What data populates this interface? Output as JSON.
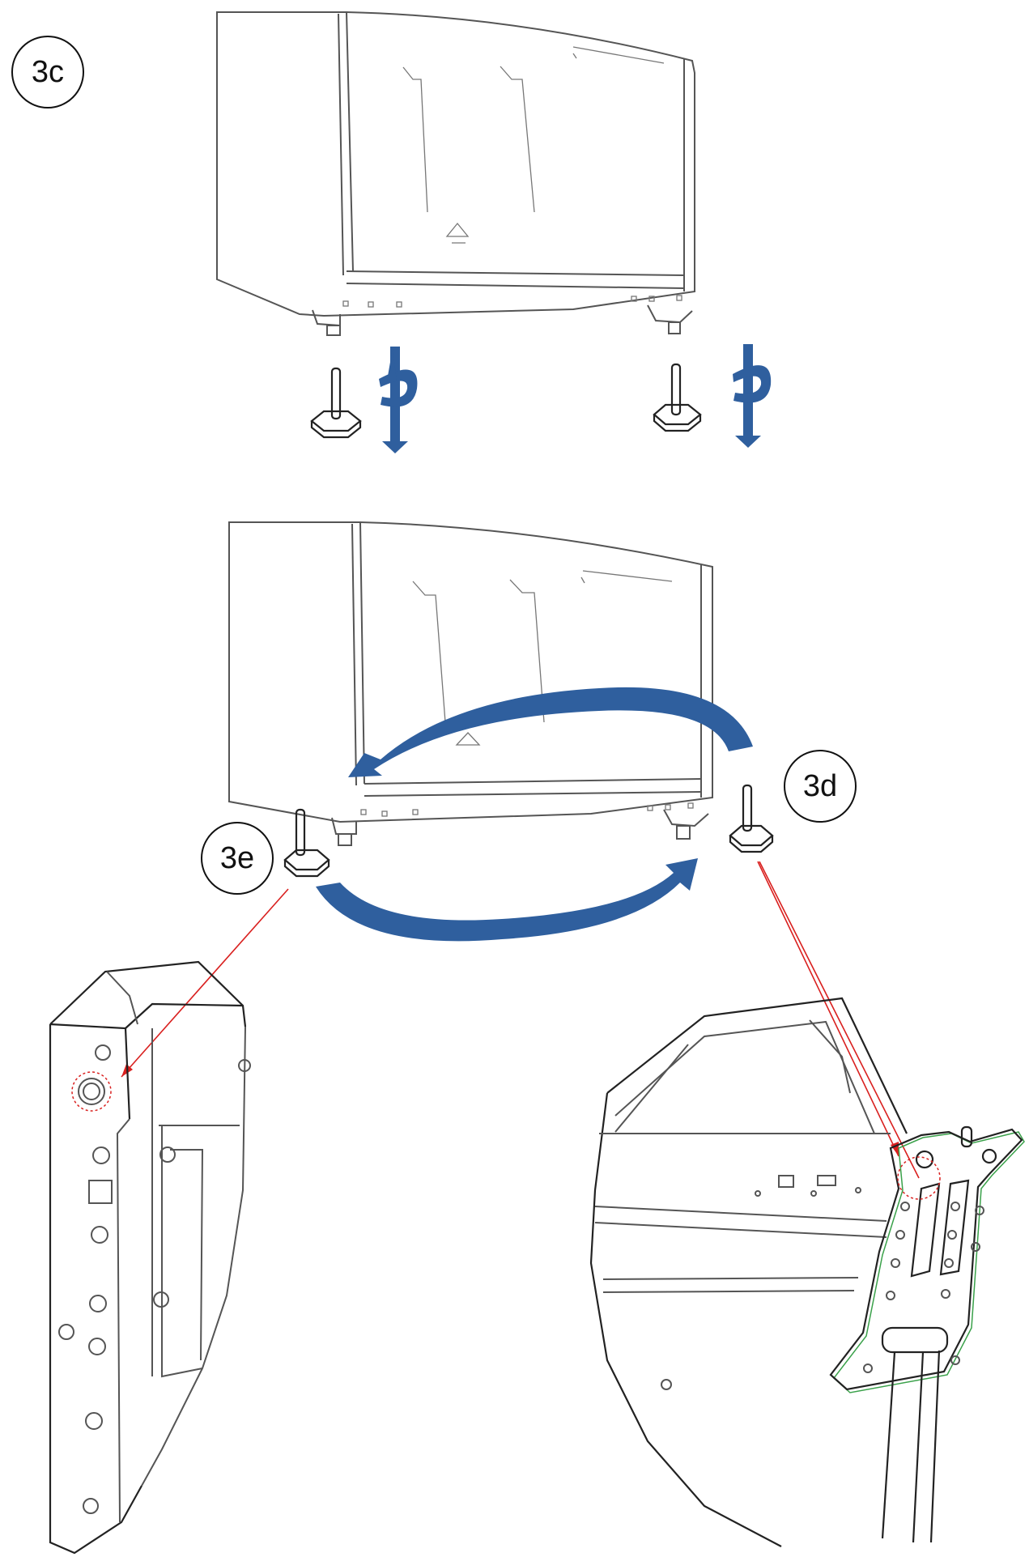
{
  "labels": {
    "step_3c": "3c",
    "step_3d": "3d",
    "step_3e": "3e"
  },
  "colors": {
    "arrow_blue": "#2f5f9e",
    "leader_red": "#d9201f",
    "outline": "#444444",
    "bracket_green": "#3aa14a"
  }
}
